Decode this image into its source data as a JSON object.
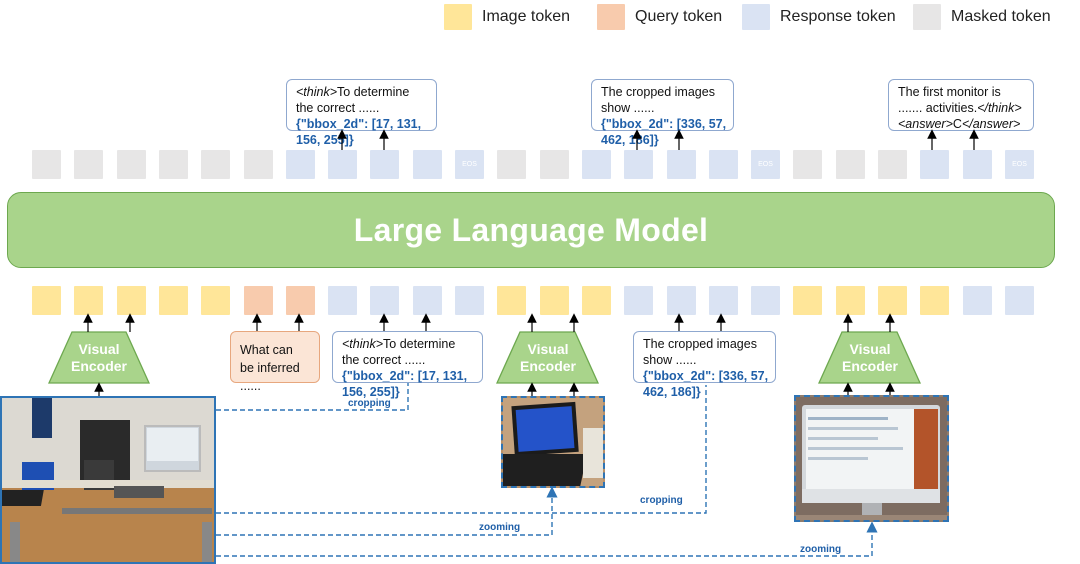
{
  "legend": {
    "image": {
      "label": "Image token",
      "color": "#ffe699"
    },
    "query": {
      "label": "Query token",
      "color": "#f8cbad"
    },
    "response": {
      "label": "Response token",
      "color": "#dae3f3"
    },
    "masked": {
      "label": "Masked token",
      "color": "#e7e6e6"
    }
  },
  "model": {
    "title": "Large Language Model"
  },
  "eos_label": "EOS",
  "output_tokens": [
    "masked",
    "masked",
    "masked",
    "masked",
    "masked",
    "masked",
    "response",
    "response",
    "response",
    "response",
    "eos",
    "masked",
    "masked",
    "response",
    "response",
    "response",
    "response",
    "eos",
    "masked",
    "masked",
    "masked",
    "response",
    "response",
    "eos"
  ],
  "input_tokens": [
    "image",
    "image",
    "image",
    "image",
    "image",
    "query",
    "query",
    "response",
    "response",
    "response",
    "response",
    "image",
    "image",
    "image",
    "response",
    "response",
    "response",
    "response",
    "image",
    "image",
    "image",
    "image",
    "response",
    "response"
  ],
  "outputs": {
    "out1": {
      "think_tag": "<think>",
      "text_pre": "To determine the correct ...... ",
      "bbox": "{\"bbox_2d\": [17, 131, 156, 255]}"
    },
    "out2": {
      "text_pre": "The cropped images show ...... ",
      "bbox": "{\"bbox_2d\": [336, 57, 462, 186]}"
    },
    "out3": {
      "text_pre": "The first monitor is ....... activities.",
      "think_close": "</think>",
      "answer_open": "<answer>",
      "answer_value": "C",
      "answer_close": "</answer>"
    }
  },
  "inputs": {
    "query_text": "What can be inferred ......",
    "in1": {
      "think_tag": "<think>",
      "text_pre": "To determine the correct ...... ",
      "bbox": "{\"bbox_2d\": [17, 131, 156, 255]}"
    },
    "in2": {
      "text_pre": "The cropped images show ...... ",
      "bbox": "{\"bbox_2d\": [336, 57, 462, 186]}"
    }
  },
  "encoders": [
    {
      "label": "Visual Encoder"
    },
    {
      "label": "Visual Encoder"
    },
    {
      "label": "Visual Encoder"
    }
  ],
  "edges": {
    "cropping_1": "cropping",
    "cropping_2": "cropping",
    "zooming_1": "zooming",
    "zooming_2": "zooming"
  },
  "colors": {
    "encoder_fill": "#a9d48b",
    "encoder_stroke": "#6da84f",
    "dashed_line": "#2e74b5",
    "bbox_text": "#1f5fa8"
  }
}
